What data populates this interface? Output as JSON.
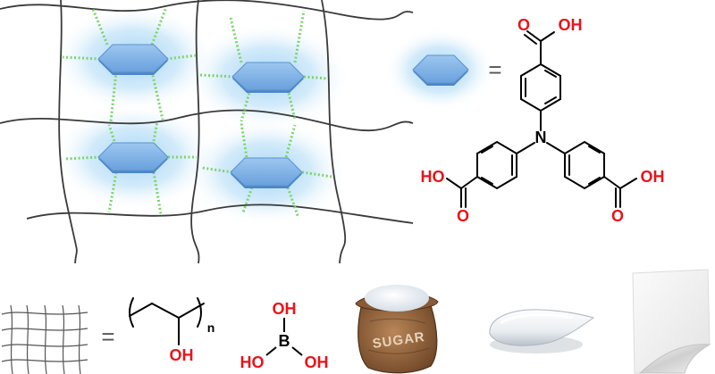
{
  "colors": {
    "glow": "#9fd2f5",
    "hexagon_fill": "#7fb2e6",
    "hexagon_edge": "#4c86c7",
    "hbond": "#7fd36b",
    "mesh": "#3a3a3a",
    "bond": "#000000",
    "heteroatom_red": "#e8141b"
  },
  "tripodal_linker": {
    "equals": "=",
    "top_cooh": {
      "carbonyl_o": "O",
      "hydroxyl": "OH"
    },
    "center_atom": "N",
    "left_cooh": {
      "hydroxyl": "HO",
      "carbonyl_o": "O"
    },
    "right_cooh": {
      "hydroxyl": "OH",
      "carbonyl_o": "O"
    }
  },
  "legend_row": {
    "mesh_equals": "=",
    "pva": {
      "hydroxyl": "OH",
      "repeat_subscript": "n"
    },
    "boric_acid": {
      "atom": "B",
      "top": "OH",
      "left": "HO",
      "right": "OH"
    },
    "sugar_sack": {
      "label": "SUGAR",
      "icon": "sugar-sack-icon"
    },
    "gel_drop": {
      "icon": "gel-smear-icon"
    },
    "film": {
      "icon": "curled-film-icon"
    }
  }
}
